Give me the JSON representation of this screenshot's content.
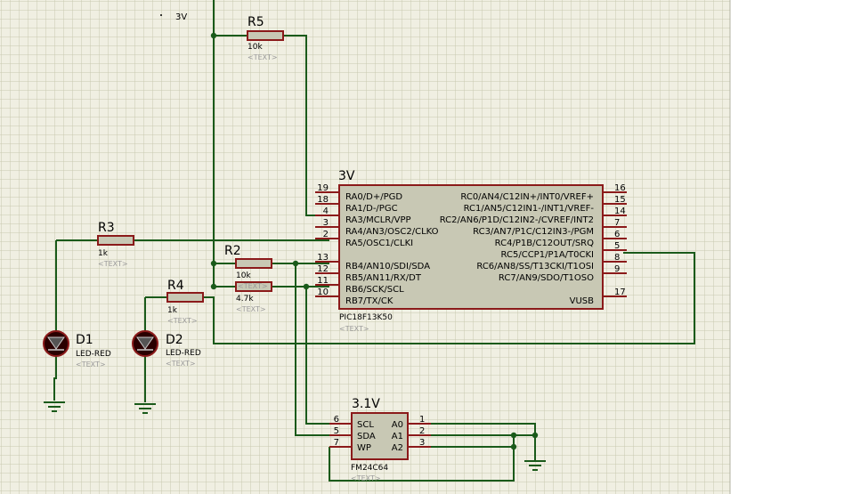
{
  "supply": {
    "top_label": "3V"
  },
  "mcu": {
    "name": "3V",
    "part": "PIC18F13K50",
    "text": "<TEXT>",
    "left_pins": [
      {
        "num": "19",
        "name": "RA0/D+/PGD"
      },
      {
        "num": "18",
        "name": "RA1/D-/PGC"
      },
      {
        "num": "4",
        "name": "RA3/MCLR/VPP"
      },
      {
        "num": "3",
        "name": "RA4/AN3/OSC2/CLKO"
      },
      {
        "num": "2",
        "name": "RA5/OSC1/CLKI"
      },
      {
        "num": "13",
        "name": "RB4/AN10/SDI/SDA"
      },
      {
        "num": "12",
        "name": "RB5/AN11/RX/DT"
      },
      {
        "num": "11",
        "name": "RB6/SCK/SCL"
      },
      {
        "num": "10",
        "name": "RB7/TX/CK"
      }
    ],
    "right_pins": [
      {
        "num": "16",
        "name": "RC0/AN4/C12IN+/INT0/VREF+"
      },
      {
        "num": "15",
        "name": "RC1/AN5/C12IN1-/INT1/VREF-"
      },
      {
        "num": "14",
        "name": "RC2/AN6/P1D/C12IN2-/CVREF/INT2"
      },
      {
        "num": "7",
        "name": "RC3/AN7/P1C/C12IN3-/PGM"
      },
      {
        "num": "6",
        "name": "RC4/P1B/C12OUT/SRQ"
      },
      {
        "num": "5",
        "name": "RC5/CCP1/P1A/T0CKI"
      },
      {
        "num": "8",
        "name": "RC6/AN8/SS/T13CKI/T1OSI"
      },
      {
        "num": "9",
        "name": "RC7/AN9/SDO/T1OSO"
      },
      {
        "num": "17",
        "name": "VUSB"
      }
    ]
  },
  "eeprom": {
    "name": "3.1V",
    "part": "FM24C64",
    "text": "<TEXT>",
    "left_pins": [
      {
        "num": "6",
        "name": "SCL"
      },
      {
        "num": "5",
        "name": "SDA"
      },
      {
        "num": "7",
        "name": "WP"
      }
    ],
    "right_pins": [
      {
        "num": "1",
        "name": "A0"
      },
      {
        "num": "2",
        "name": "A1"
      },
      {
        "num": "3",
        "name": "A2"
      }
    ]
  },
  "resistors": {
    "R5": {
      "ref": "R5",
      "value": "10k",
      "text": "<TEXT>"
    },
    "R3": {
      "ref": "R3",
      "value": "1k",
      "text": "<TEXT>"
    },
    "R2": {
      "ref": "R2",
      "value": "4.7k",
      "text": "<TEXT>",
      "overlap": "10k"
    },
    "R4": {
      "ref": "R4",
      "value": "1k",
      "text": "<TEXT>"
    }
  },
  "leds": {
    "D1": {
      "ref": "D1",
      "value": "LED-RED",
      "text": "<TEXT>"
    },
    "D2": {
      "ref": "D2",
      "value": "LED-RED",
      "text": "<TEXT>"
    }
  }
}
